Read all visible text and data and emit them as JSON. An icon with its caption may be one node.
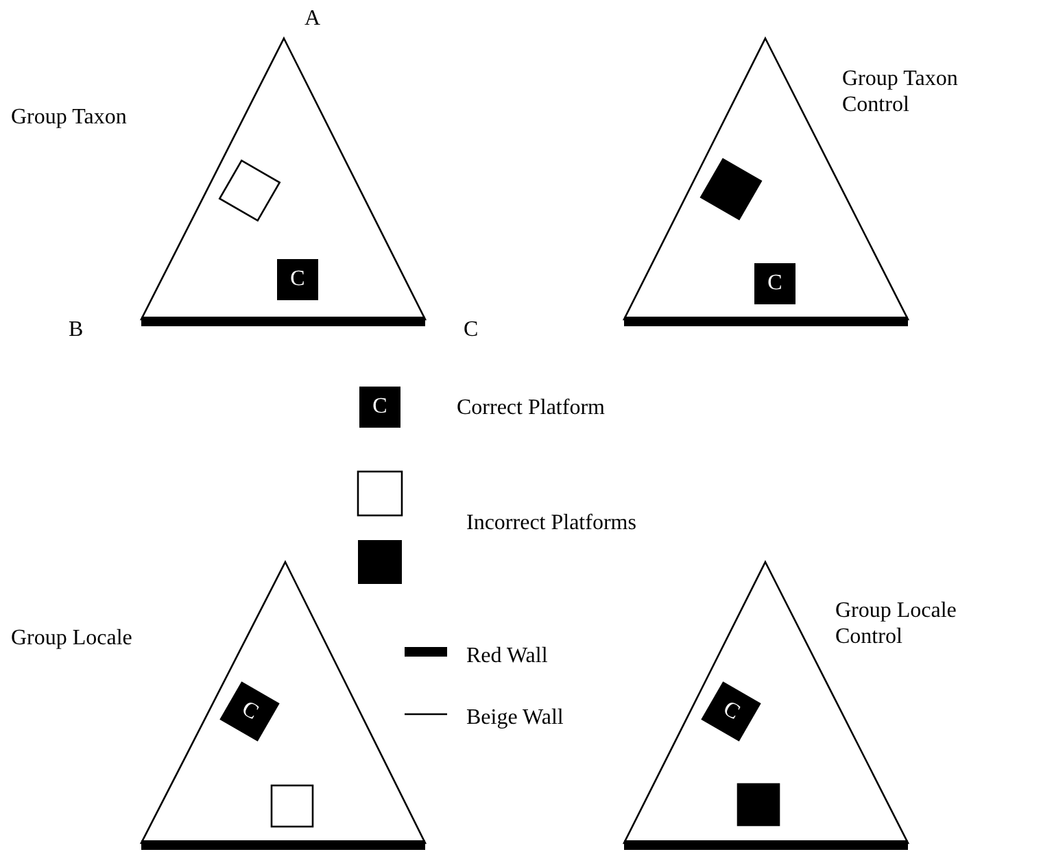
{
  "diagram": {
    "nodes": [
      {
        "text": [
          "C"
        ]
      },
      {
        "text": [
          "C"
        ]
      },
      {
        "text": [
          "C"
        ]
      },
      {
        "text": [
          "C"
        ]
      },
      {
        "text": [
          "C"
        ]
      }
    ],
    "labels": [
      "A",
      "Group Taxon Control",
      "Group Taxon",
      "B",
      "C",
      "Group Locale Control",
      "Group Locale"
    ],
    "legend": [
      {
        "text": "Correct Platform"
      },
      {
        "text": "Incorrect Platforms"
      },
      {
        "text": "Red Wall"
      },
      {
        "text": "Beige Wall"
      }
    ]
  }
}
